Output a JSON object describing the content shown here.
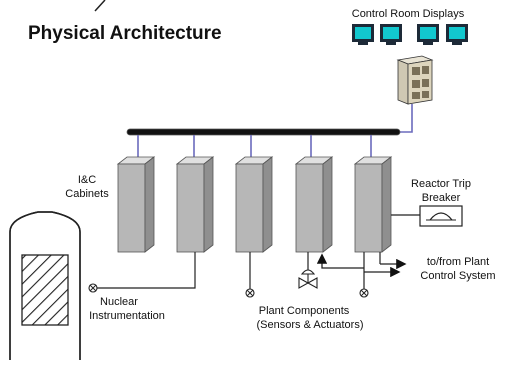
{
  "title": "Physical Architecture",
  "labels": {
    "control_room": "Control Room Displays",
    "cabinets_line1": "I&C",
    "cabinets_line2": "Cabinets",
    "reactor_trip_line1": "Reactor Trip",
    "reactor_trip_line2": "Breaker",
    "to_from_line1": "to/from Plant",
    "to_from_line2": "Control System",
    "nuclear_line1": "Nuclear",
    "nuclear_line2": "Instrumentation",
    "plant_line1": "Plant Components",
    "plant_line2": "(Sensors & Actuators)"
  },
  "colors": {
    "bus": "#111111",
    "link": "#6b6bbd",
    "cabinet_front": "#b7b7b7",
    "cabinet_side": "#8f8f8f",
    "cabinet_top": "#e0e0e0",
    "monitor_screen": "#12c8cf",
    "monitor_frame": "#1d2a38"
  },
  "icons": {
    "monitor": "monitor-icon",
    "server": "server-icon",
    "cabinet": "cabinet-icon",
    "breaker": "breaker-icon",
    "sensor": "sensor-icon",
    "valve": "valve-icon",
    "reactor": "reactor-vessel-icon"
  }
}
